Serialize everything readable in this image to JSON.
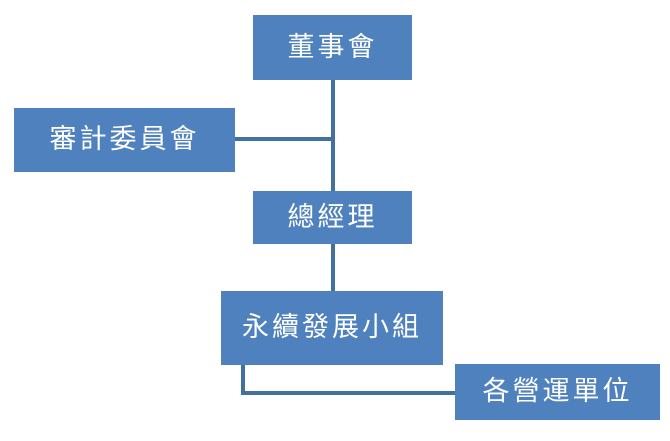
{
  "diagram": {
    "type": "organization-chart",
    "title": "",
    "colors": {
      "node_fill": "#4E81BD",
      "node_text": "#FFFFFF",
      "connector": "#41719C",
      "background": "#FFFFFF"
    },
    "nodes": [
      {
        "id": "board",
        "label": "董事會",
        "level": 1
      },
      {
        "id": "audit",
        "label": "審計委員會",
        "level": 2
      },
      {
        "id": "gm",
        "label": "總經理",
        "level": 2
      },
      {
        "id": "esg",
        "label": "永續發展小組",
        "level": 3
      },
      {
        "id": "units",
        "label": "各營運單位",
        "level": 4
      }
    ],
    "edges": [
      {
        "id": "board-gm",
        "from": "board",
        "to": "gm",
        "style": "vertical"
      },
      {
        "id": "audit-spine",
        "from": "audit",
        "to": "gm",
        "style": "horizontal"
      },
      {
        "id": "gm-esg",
        "from": "gm",
        "to": "esg",
        "style": "vertical"
      },
      {
        "id": "esg-units",
        "from": "esg",
        "to": "units",
        "style": "elbow"
      }
    ]
  }
}
